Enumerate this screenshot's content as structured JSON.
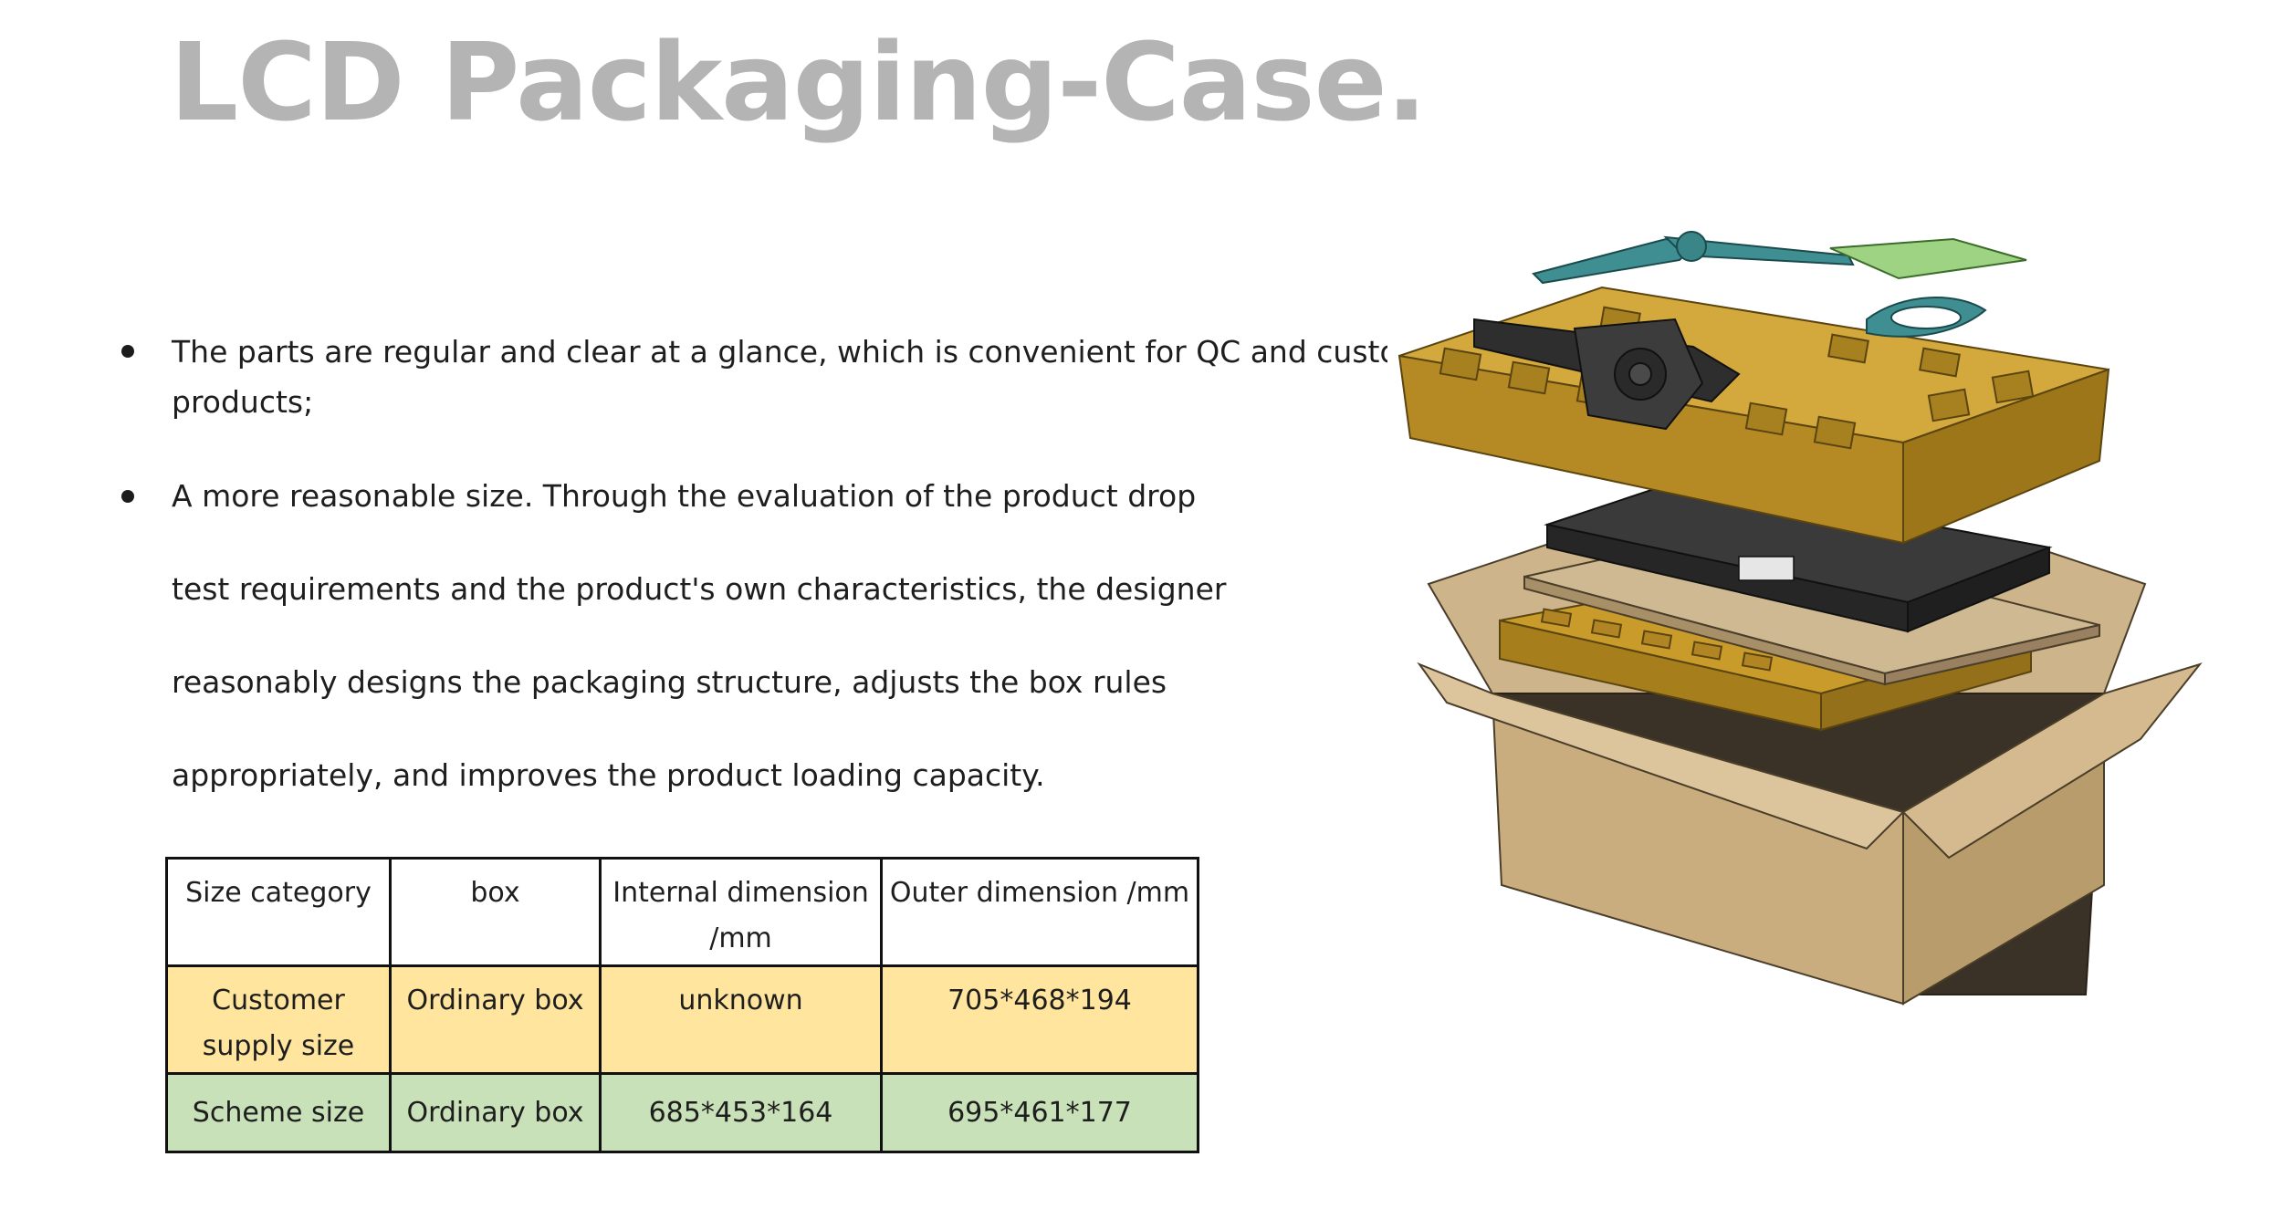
{
  "page": {
    "title": "LCD Packaging-Case."
  },
  "bullets": [
    {
      "lines": [
        "The parts are regular and clear at a glance, which is convenient for QC and customers t",
        "products;"
      ]
    },
    {
      "lines": [
        "A more reasonable size. Through the evaluation of the product drop",
        "test requirements and the product's own characteristics, the designer",
        "reasonably designs the packaging structure, adjusts the box rules",
        "appropriately, and improves the product loading capacity."
      ]
    }
  ],
  "table": {
    "headers": [
      "Size category",
      "box",
      "Internal dimension /mm",
      "Outer dimension /mm"
    ],
    "rows": [
      {
        "cells": [
          "Customer supply size",
          "Ordinary box",
          "unknown",
          "705*468*194"
        ],
        "color": "#ffe59e"
      },
      {
        "cells": [
          "Scheme size",
          "Ordinary box",
          "685*453*164",
          "695*461*177"
        ],
        "color": "#c8e1b8"
      }
    ]
  },
  "colors": {
    "title": "#b4b4b4",
    "molded_pulp": "#c89b2a",
    "carton": "#c9ad7e",
    "monitor": "#3a3a3a",
    "teal_part": "#3f8f92",
    "green_board": "#9ed383"
  },
  "illustration": {
    "icon": "exploded-packaging-illustration"
  }
}
